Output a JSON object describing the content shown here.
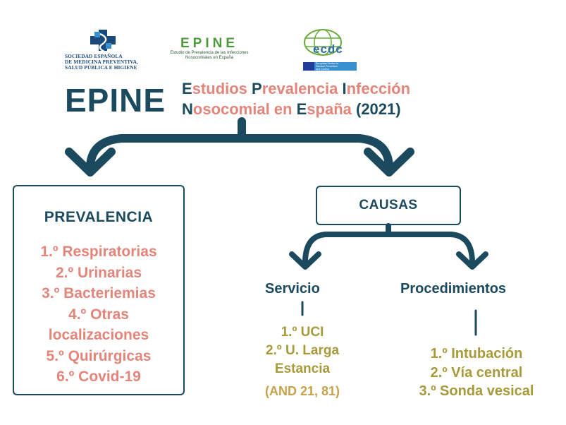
{
  "logos": {
    "sempsph_text": [
      "SOCIEDAD ESPAÑOLA",
      "DE MEDICINA PREVENTIVA,",
      "SALUD PÚBLICA E HIGIENE"
    ],
    "epine_word": "EPINE",
    "epine_sub": [
      "Estudio de Prevalencia de las Infecciones",
      "Nosocomiales en España"
    ],
    "ecdc_word": "ecdc",
    "ecdc_sub": "European Centre for\nDisease Prevention\nand Control"
  },
  "title": {
    "acronym": "EPINE",
    "line1": [
      {
        "text": "E",
        "color": "teal"
      },
      {
        "text": "studios ",
        "color": "salmon"
      },
      {
        "text": "P",
        "color": "teal"
      },
      {
        "text": "revalencia ",
        "color": "salmon"
      },
      {
        "text": "I",
        "color": "teal"
      },
      {
        "text": "nfección",
        "color": "salmon"
      }
    ],
    "line2": [
      {
        "text": "N",
        "color": "teal"
      },
      {
        "text": "osocomial en ",
        "color": "salmon"
      },
      {
        "text": "E",
        "color": "teal"
      },
      {
        "text": "spaña ",
        "color": "salmon"
      },
      {
        "text": "(2021)",
        "color": "teal"
      }
    ]
  },
  "prevalencia": {
    "title": "PREVALENCIA",
    "items": [
      "1.º Respiratorias",
      "2.º Urinarias",
      "3.º Bacteriemias",
      "4.º Otras",
      "localizaciones",
      "5.º Quirúrgicas",
      "6.º Covid-19"
    ]
  },
  "causas": {
    "title": "CAUSAS",
    "servicio": {
      "title": "Servicio",
      "items": [
        "1.º UCI",
        "2.º U. Larga",
        "Estancia"
      ],
      "note": "(AND 21, 81)"
    },
    "procedimientos": {
      "title": "Procedimientos",
      "items": [
        "1.º Intubación",
        "2.º Vía central",
        "3.º Sonda vesical"
      ]
    }
  },
  "colors": {
    "teal": "#1b4a5e",
    "salmon": "#e3857a",
    "olive": "#a89a3a",
    "gold": "#c7a24a"
  }
}
